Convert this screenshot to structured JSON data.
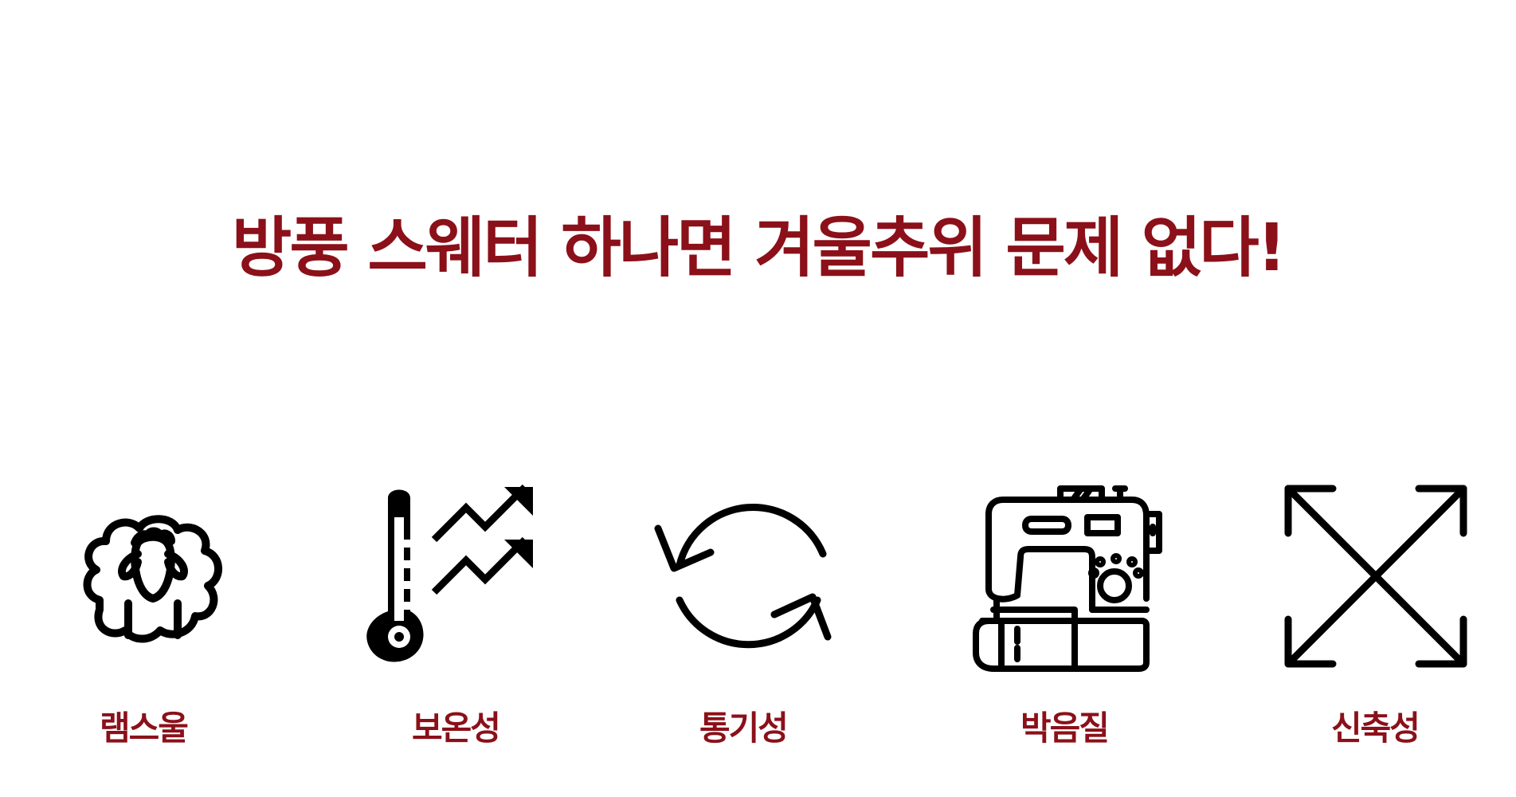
{
  "headline": "방풍 스웨터 하나면 겨울추위 문제 없다!",
  "accent_color": "#8b1019",
  "features": [
    {
      "icon": "sheep-icon",
      "label": "램스울"
    },
    {
      "icon": "thermometer-rising-icon",
      "label": "보온성"
    },
    {
      "icon": "circular-arrows-icon",
      "label": "통기성"
    },
    {
      "icon": "sewing-machine-icon",
      "label": "박음질"
    },
    {
      "icon": "expand-arrows-icon",
      "label": "신축성"
    }
  ]
}
